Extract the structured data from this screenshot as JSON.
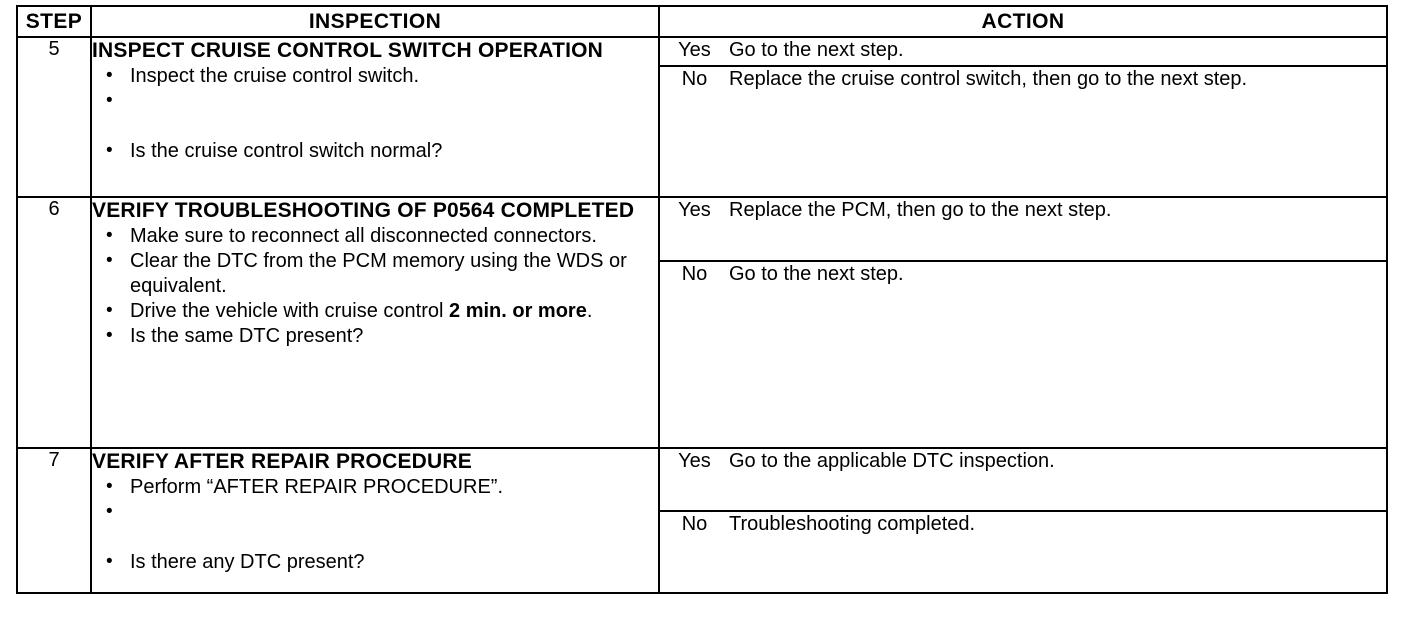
{
  "table": {
    "headers": {
      "step": "STEP",
      "inspection": "INSPECTION",
      "action": "ACTION"
    },
    "rows": [
      {
        "step": "5",
        "title": "INSPECT CRUISE CONTROL SWITCH OPERATION",
        "bullets": [
          "Inspect the cruise control switch.",
          "Is the cruise control switch normal?"
        ],
        "actions": [
          {
            "answer": "Yes",
            "text": "Go to the next step."
          },
          {
            "answer": "No",
            "text": "Replace the cruise control switch, then go to the next step."
          }
        ]
      },
      {
        "step": "6",
        "title": "VERIFY TROUBLESHOOTING OF P0564 COMPLETED",
        "bullets": [
          "Make sure to reconnect all disconnected connectors.",
          "Clear the DTC from the PCM memory using the WDS or equivalent.",
          "Drive the vehicle with cruise control 2 min. or more.",
          "Is the same DTC present?"
        ],
        "bullet3_prefix": "Drive the vehicle with cruise control ",
        "bullet3_bold": "2 min. or more",
        "bullet3_suffix": ".",
        "actions": [
          {
            "answer": "Yes",
            "text": "Replace the PCM, then go to the next step."
          },
          {
            "answer": "No",
            "text": "Go to the next step."
          }
        ]
      },
      {
        "step": "7",
        "title": "VERIFY AFTER REPAIR PROCEDURE",
        "bullets": [
          "Perform “AFTER REPAIR PROCEDURE”.",
          "Is there any DTC present?"
        ],
        "actions": [
          {
            "answer": "Yes",
            "text": "Go to the applicable DTC inspection."
          },
          {
            "answer": "No",
            "text": "Troubleshooting completed."
          }
        ]
      }
    ]
  },
  "colors": {
    "ink": "#000000",
    "paper": "#ffffff"
  }
}
